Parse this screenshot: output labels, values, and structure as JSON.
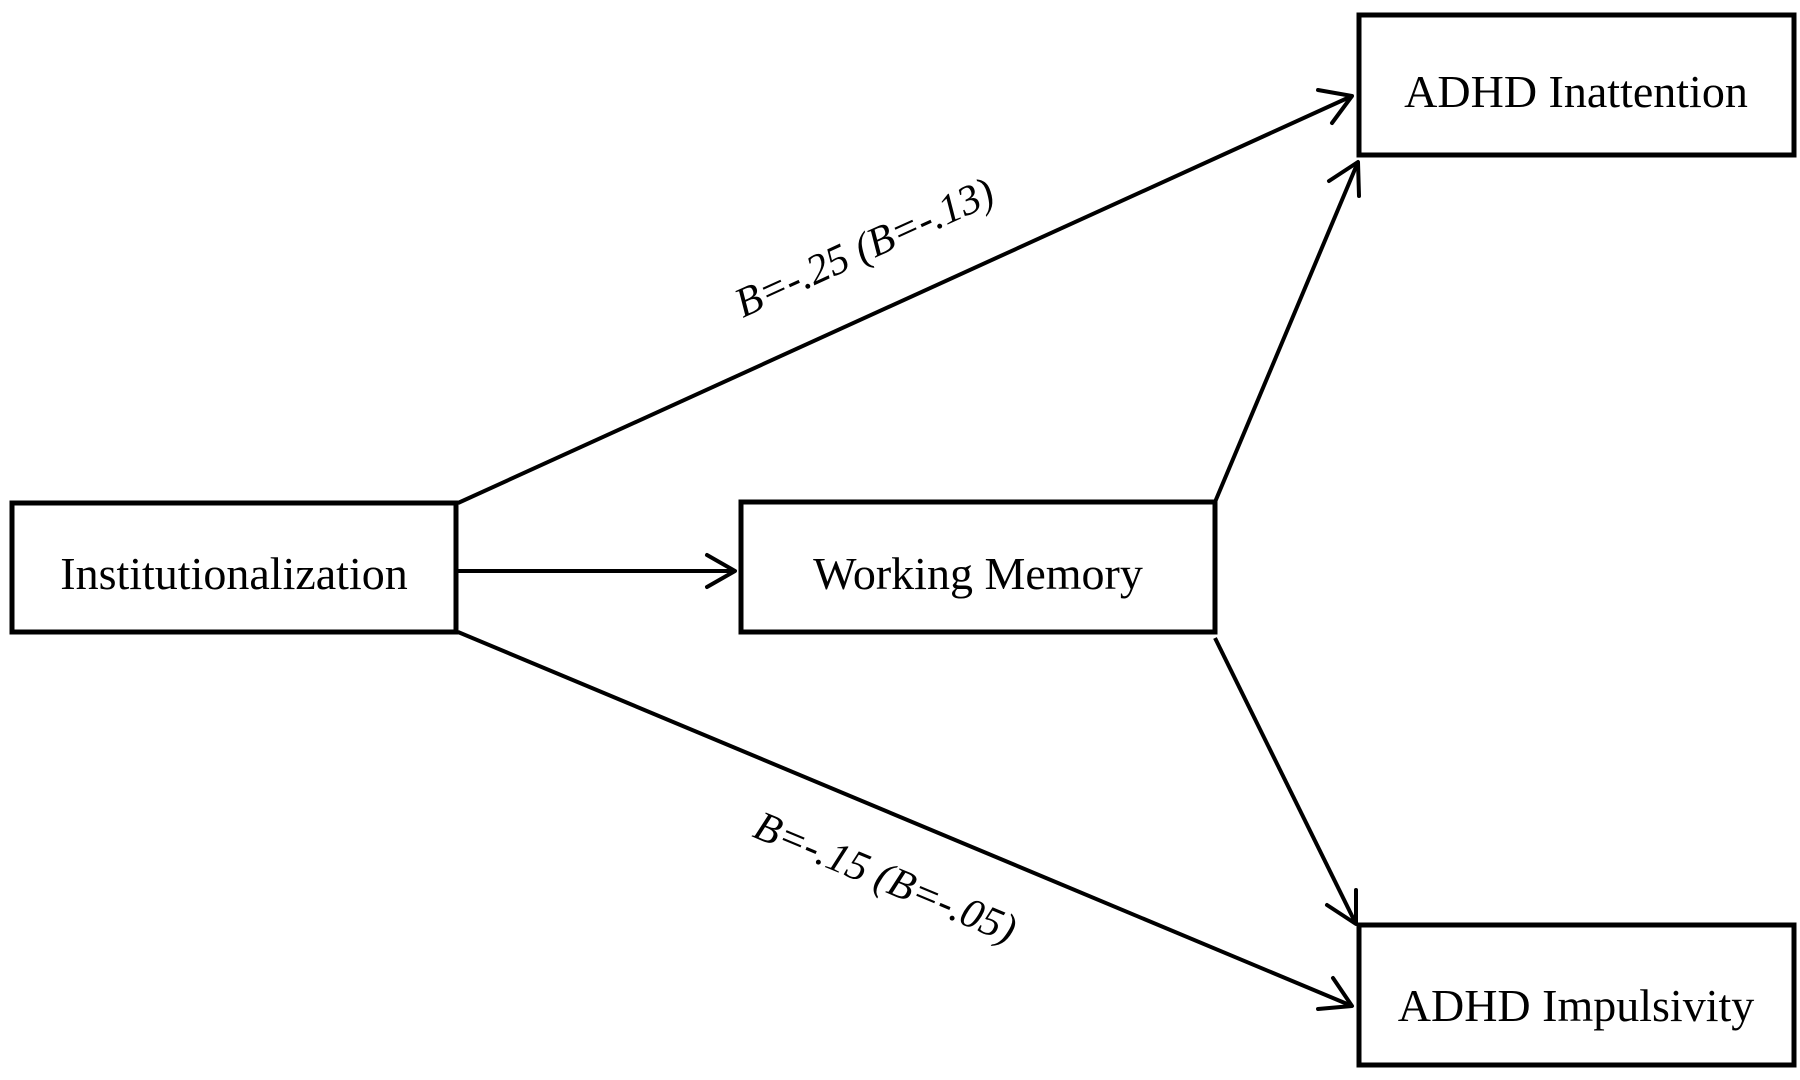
{
  "nodes": {
    "institutionalization": {
      "label": "Institutionalization"
    },
    "working_memory": {
      "label": "Working Memory"
    },
    "adhd_inattention": {
      "label": "ADHD Inattention"
    },
    "adhd_impulsivity": {
      "label": "ADHD Impulsivity"
    }
  },
  "edges": {
    "inst_to_inattention": {
      "label": "B=-.25 (B=-.13)"
    },
    "inst_to_impulsivity": {
      "label": "B=-.15 (B=-.05)"
    },
    "inst_to_wm": {
      "label": ""
    },
    "wm_to_inattention": {
      "label": ""
    },
    "wm_to_impulsivity": {
      "label": ""
    }
  }
}
